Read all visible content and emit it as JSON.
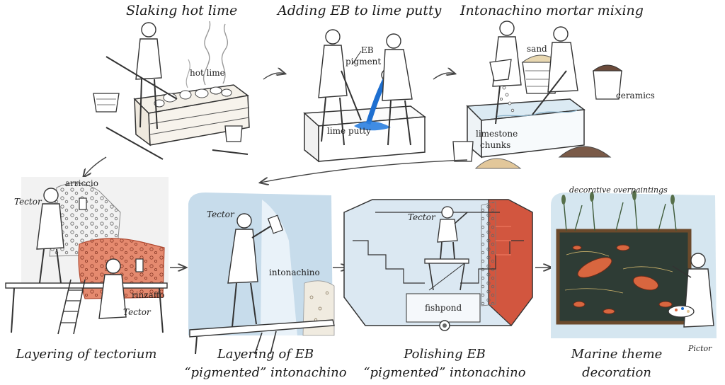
{
  "top_row": {
    "step1_title": "Slaking hot lime",
    "step2_title": "Adding EB to lime putty",
    "step3_title": "Intonachino mortar mixing"
  },
  "labels": {
    "hot_lime": "hot lime",
    "eb_pigment_1": "EB",
    "eb_pigment_2": "pigment",
    "lime_putty": "lime putty",
    "sand": "sand",
    "ceramics": "ceramics",
    "limestone_1": "limestone",
    "limestone_2": "chunks",
    "arriccio": "arriccio",
    "tector_1": "Tector",
    "rinzaffo": "rinzaffo",
    "tector_2": "Tector",
    "tector_3": "Tector",
    "intonachino": "intonachino",
    "tector_4": "Tector",
    "fishpond": "fishpond",
    "decorative": "decorative overpaintings",
    "pictor": "Pictor"
  },
  "bottom_row": {
    "step4_caption": "Layering of tectorium",
    "step5_caption_1": "Layering of  EB",
    "step5_caption_2": "“pigmented” intonachino",
    "step6_caption_1": "Polishing EB",
    "step6_caption_2": "“pigmented” intonachino",
    "step7_caption_1": "Marine theme",
    "step7_caption_2": "decoration"
  },
  "colors": {
    "egyptian_blue": "#1e6fd0",
    "plaster_blue": "#c9dcea",
    "rinzaffo_red": "#e2836a",
    "pool_red": "#c9503c",
    "mosaic_dark": "#2c3a34"
  }
}
